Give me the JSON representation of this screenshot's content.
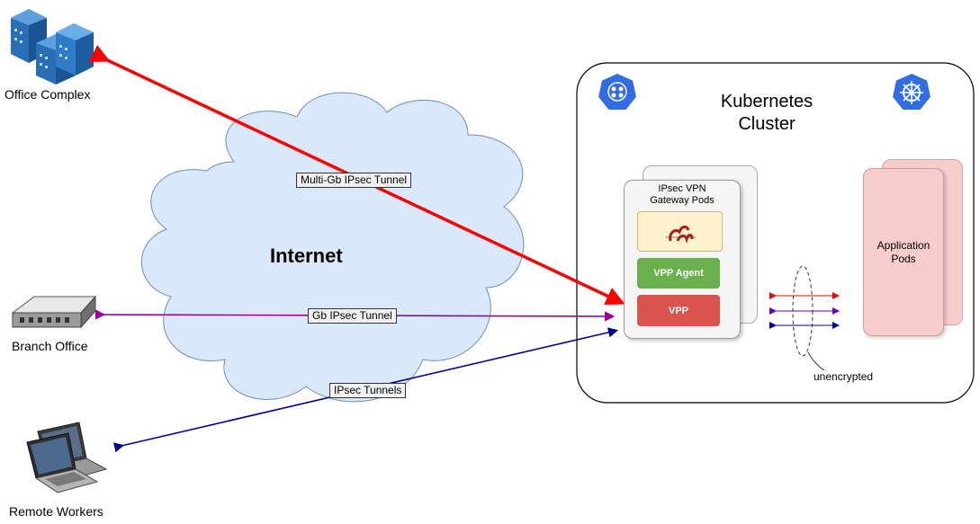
{
  "sites": {
    "office_complex": "Office Complex",
    "branch_office": "Branch Office",
    "remote_workers": "Remote Workers"
  },
  "internet": {
    "label": "Internet"
  },
  "tunnels": {
    "multi_gb": "Multi-Gb IPsec Tunnel",
    "gb": "Gb IPsec Tunnel",
    "ipsec": "IPsec Tunnels"
  },
  "cluster": {
    "title_line1": "Kubernetes",
    "title_line2": "Cluster",
    "gateway_pods_line1": "IPsec VPN",
    "gateway_pods_line2": "Gateway Pods",
    "vpp_agent": "VPP Agent",
    "vpp": "VPP",
    "application_pods_line1": "Application",
    "application_pods_line2": "Pods",
    "unencrypted": "unencrypted"
  },
  "colors": {
    "multi_gb_tunnel": "#ff0000",
    "gb_tunnel": "#990099",
    "ipsec_tunnels": "#000099",
    "k8s_blue": "#326ce5",
    "cloud_fill": "#dae8fc",
    "cloud_stroke": "#6c8ebf"
  },
  "icons": {
    "office": "office-buildings-icon",
    "branch": "router-icon",
    "remote": "laptops-icon",
    "k8s_pod": "kubernetes-pod-icon",
    "k8s": "kubernetes-helm-icon",
    "strongswan": "strongswan-logo"
  }
}
